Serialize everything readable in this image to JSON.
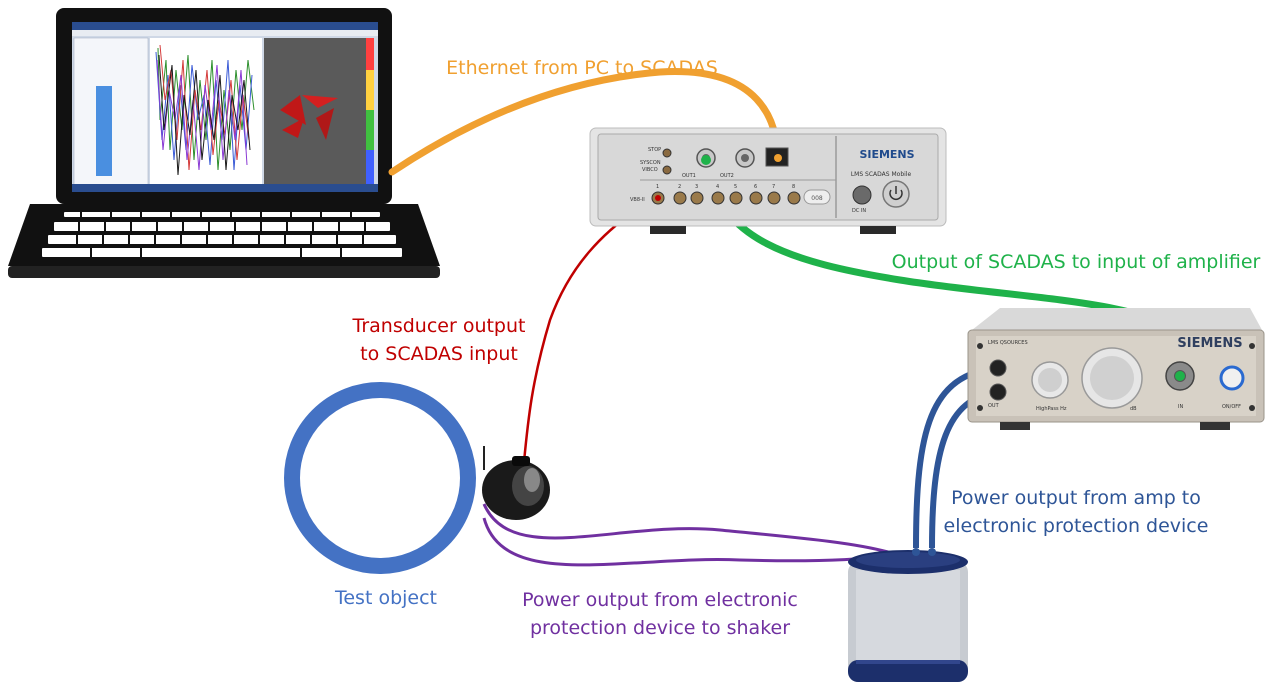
{
  "colors": {
    "ethernet": "#f0a030",
    "transducer": "#c00000",
    "scadas_to_amp": "#1fb24a",
    "amp_to_protection": "#2e5597",
    "protection_to_shaker": "#7030a0",
    "test_object": "#4472c4"
  },
  "labels": {
    "ethernet": "Ethernet from PC to SCADAS",
    "scadas_to_amp": "Output of SCADAS to input of amplifier",
    "transducer_line1": "Transducer output",
    "transducer_line2": "to SCADAS input",
    "amp_to_protection_line1": "Power output from amp to",
    "amp_to_protection_line2": "electronic protection device",
    "protection_to_shaker_line1": "Power output from electronic",
    "protection_to_shaker_line2": "protection device to shaker",
    "test_object": "Test object"
  },
  "scadas": {
    "brand": "SIEMENS",
    "model": "LMS SCADAS Mobile",
    "stop": "STOP",
    "syscon": "SYSCON",
    "vibco": "VIBCO",
    "out1": "OUT1",
    "out2": "OUT2",
    "vb8": "VB8-II",
    "dc_in": "DC IN",
    "badge": "008",
    "channels": [
      "1",
      "2",
      "3",
      "4",
      "5",
      "6",
      "7",
      "8"
    ]
  },
  "amplifier": {
    "brand": "SIEMENS",
    "model": "LMS QSOURCES",
    "highpass": "HighPass Hz",
    "db": "dB",
    "in": "IN",
    "out": "OUT",
    "on_off": "ON/OFF"
  },
  "icons": [
    "laptop-icon",
    "scadas-unit-icon",
    "amplifier-icon",
    "protection-device-icon",
    "shaker-icon",
    "test-object-ring-icon"
  ]
}
